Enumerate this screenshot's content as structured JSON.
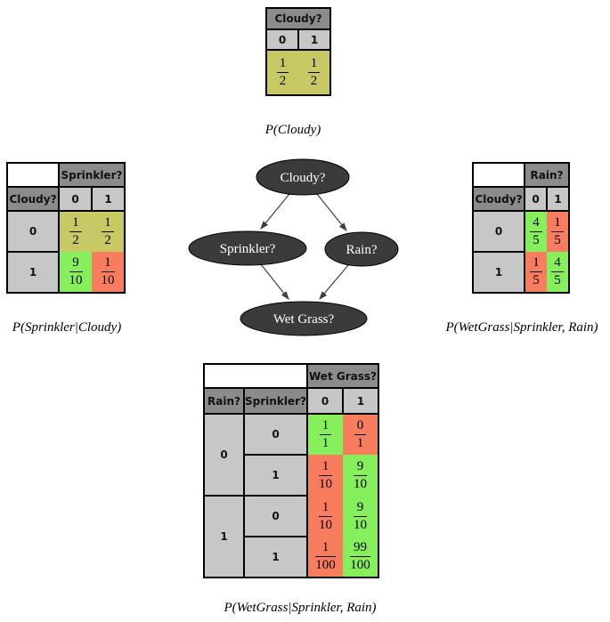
{
  "colors": {
    "header_dark": "#8b8b8b",
    "cell_light": "#c7c7c7",
    "prob_mid": "#c8c864",
    "prob_high": "#85ef5c",
    "prob_low": "#f77d5e",
    "node_fill": "#3b3b3b",
    "node_text": "#ffffff",
    "edge": "#3f3f3f",
    "border": "#000000"
  },
  "graph": {
    "nodes": [
      {
        "id": "cloudy",
        "label": "Cloudy?"
      },
      {
        "id": "sprinkler",
        "label": "Sprinkler?"
      },
      {
        "id": "rain",
        "label": "Rain?"
      },
      {
        "id": "wetgrass",
        "label": "Wet Grass?"
      }
    ],
    "edges": [
      {
        "from": "Cloudy?",
        "to": "Sprinkler?"
      },
      {
        "from": "Cloudy?",
        "to": "Rain?"
      },
      {
        "from": "Sprinkler?",
        "to": "Wet Grass?"
      },
      {
        "from": "Rain?",
        "to": "Wet Grass?"
      }
    ]
  },
  "tables": {
    "cloudy": {
      "title": "Cloudy?",
      "cols": [
        "0",
        "1"
      ],
      "cells": [
        {
          "num": "1",
          "den": "2",
          "color": "prob_mid"
        },
        {
          "num": "1",
          "den": "2",
          "color": "prob_mid"
        }
      ],
      "caption": "P(Cloudy)"
    },
    "sprinkler": {
      "title": "Sprinkler?",
      "row_header": "Cloudy?",
      "cols": [
        "0",
        "1"
      ],
      "rows": [
        {
          "label": "0",
          "cells": [
            {
              "num": "1",
              "den": "2",
              "color": "prob_mid"
            },
            {
              "num": "1",
              "den": "2",
              "color": "prob_mid"
            }
          ]
        },
        {
          "label": "1",
          "cells": [
            {
              "num": "9",
              "den": "10",
              "color": "prob_high"
            },
            {
              "num": "1",
              "den": "10",
              "color": "prob_low"
            }
          ]
        }
      ],
      "caption": "P(Sprinkler|Cloudy)"
    },
    "rain": {
      "title": "Rain?",
      "row_header": "Cloudy?",
      "cols": [
        "0",
        "1"
      ],
      "rows": [
        {
          "label": "0",
          "cells": [
            {
              "num": "4",
              "den": "5",
              "color": "prob_high"
            },
            {
              "num": "1",
              "den": "5",
              "color": "prob_low"
            }
          ]
        },
        {
          "label": "1",
          "cells": [
            {
              "num": "1",
              "den": "5",
              "color": "prob_low"
            },
            {
              "num": "4",
              "den": "5",
              "color": "prob_high"
            }
          ]
        }
      ],
      "caption": "P(WetGrass|Sprinkler, Rain)"
    },
    "wetgrass": {
      "title": "Wet Grass?",
      "row_headers": [
        "Rain?",
        "Sprinkler?"
      ],
      "cols": [
        "0",
        "1"
      ],
      "groups": [
        {
          "label": "0",
          "rows": [
            {
              "label": "0",
              "cells": [
                {
                  "num": "1",
                  "den": "1",
                  "color": "prob_high"
                },
                {
                  "num": "0",
                  "den": "1",
                  "color": "prob_low"
                }
              ]
            },
            {
              "label": "1",
              "cells": [
                {
                  "num": "1",
                  "den": "10",
                  "color": "prob_low"
                },
                {
                  "num": "9",
                  "den": "10",
                  "color": "prob_high"
                }
              ]
            }
          ]
        },
        {
          "label": "1",
          "rows": [
            {
              "label": "0",
              "cells": [
                {
                  "num": "1",
                  "den": "10",
                  "color": "prob_low"
                },
                {
                  "num": "9",
                  "den": "10",
                  "color": "prob_high"
                }
              ]
            },
            {
              "label": "1",
              "cells": [
                {
                  "num": "1",
                  "den": "100",
                  "color": "prob_low"
                },
                {
                  "num": "99",
                  "den": "100",
                  "color": "prob_high"
                }
              ]
            }
          ]
        }
      ],
      "caption": "P(WetGrass|Sprinkler, Rain)"
    }
  }
}
